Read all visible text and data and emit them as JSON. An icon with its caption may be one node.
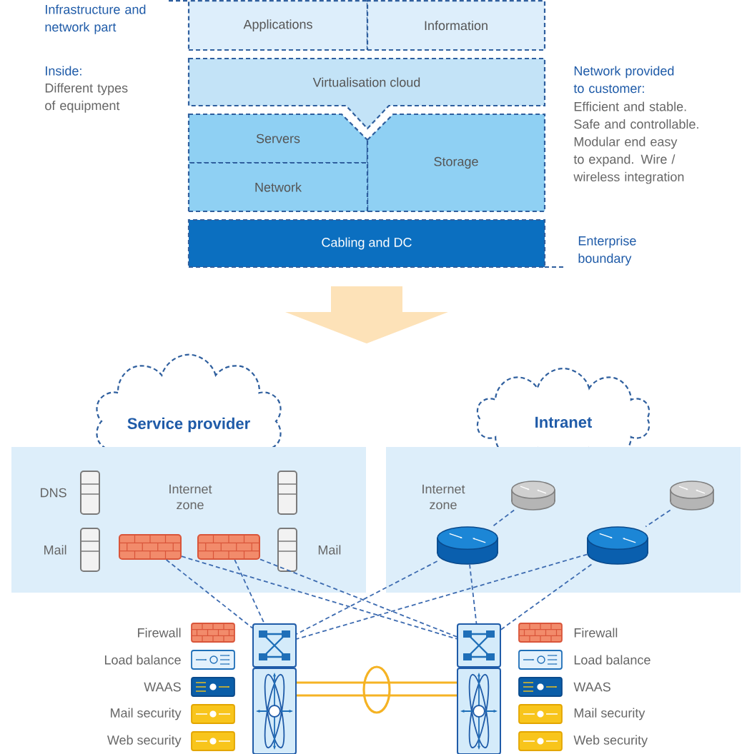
{
  "diagram": {
    "nodes": [
      {
        "text": [
          "Applications"
        ]
      },
      {
        "text": [
          "Information"
        ]
      },
      {
        "text": [
          "Virtualisation cloud"
        ]
      },
      {
        "text": [
          "Servers"
        ]
      },
      {
        "text": [
          "Storage"
        ]
      },
      {
        "text": [
          "Network"
        ]
      },
      {
        "text": [
          "Cabling and DC"
        ]
      },
      {
        "text": [
          "Service provider"
        ]
      },
      {
        "text": [
          "Intranet"
        ]
      },
      {
        "text": [
          "Internet zone"
        ]
      },
      {
        "text": [
          "Internet zone"
        ]
      },
      {
        "text": [],
        "shape": "box",
        "in": 9,
        "beside": [
          "DNS"
        ]
      },
      {
        "text": [],
        "shape": "box",
        "in": 9
      },
      {
        "text": [],
        "shape": "cylinder",
        "in": 10
      },
      {
        "text": [],
        "shape": "cylinder",
        "in": 10
      },
      {
        "text": [],
        "shape": "box",
        "in": 9,
        "beside": [
          "Mail"
        ]
      },
      {
        "text": [],
        "shape": "box",
        "in": 9
      },
      {
        "text": [],
        "shape": "box",
        "in": 9
      },
      {
        "text": [],
        "shape": "box",
        "in": 9,
        "beside": [
          "Mail"
        ]
      },
      {
        "text": [],
        "shape": "cylinder",
        "in": 10
      },
      {
        "text": [],
        "shape": "cylinder",
        "in": 10
      },
      {
        "text": [],
        "shape": "box"
      },
      {
        "text": [],
        "shape": "box"
      },
      {
        "text": [],
        "shape": "box"
      },
      {
        "text": [],
        "shape": "box"
      }
    ],
    "edges": [
      {
        "from": 6,
        "to": null,
        "arrow": "to",
        "color": "#fde2b8"
      },
      {
        "from": 16,
        "to": 21,
        "arrow": "none",
        "style": "dashed"
      },
      {
        "from": 17,
        "to": 21,
        "arrow": "none",
        "style": "dashed"
      },
      {
        "from": 16,
        "to": 22,
        "arrow": "none",
        "style": "dashed"
      },
      {
        "from": 17,
        "to": 22,
        "arrow": "none",
        "style": "dashed"
      },
      {
        "from": 19,
        "to": 21,
        "arrow": "none",
        "style": "dashed"
      },
      {
        "from": 19,
        "to": 22,
        "arrow": "none",
        "style": "dashed"
      },
      {
        "from": 20,
        "to": 21,
        "arrow": "none",
        "style": "dashed"
      },
      {
        "from": 20,
        "to": 22,
        "arrow": "none",
        "style": "dashed"
      },
      {
        "from": 13,
        "to": 19,
        "arrow": "none",
        "style": "dashed"
      },
      {
        "from": 14,
        "to": 20,
        "arrow": "none",
        "style": "dashed"
      },
      {
        "from": 23,
        "to": 24,
        "arrow": "none",
        "color": "#f5b324"
      },
      {
        "from": 23,
        "to": 24,
        "arrow": "none",
        "color": "#f5b324"
      }
    ],
    "labels": [
      "Infrastructure and network part",
      "Inside:",
      "Different types of equipment",
      "Network provided to customer:",
      "Efficient and stable. Safe and controllable. Modular end easy to expand. Wire / wireless integration",
      "Enterprise boundary"
    ],
    "legend": [
      {
        "text": "Firewall"
      },
      {
        "text": "Load balance"
      },
      {
        "text": "WAAS"
      },
      {
        "text": "Mail security"
      },
      {
        "text": "Web security"
      },
      {
        "text": "Firewall"
      },
      {
        "text": "Load balance"
      },
      {
        "text": "WAAS"
      },
      {
        "text": "Mail security"
      },
      {
        "text": "Web security"
      }
    ]
  }
}
